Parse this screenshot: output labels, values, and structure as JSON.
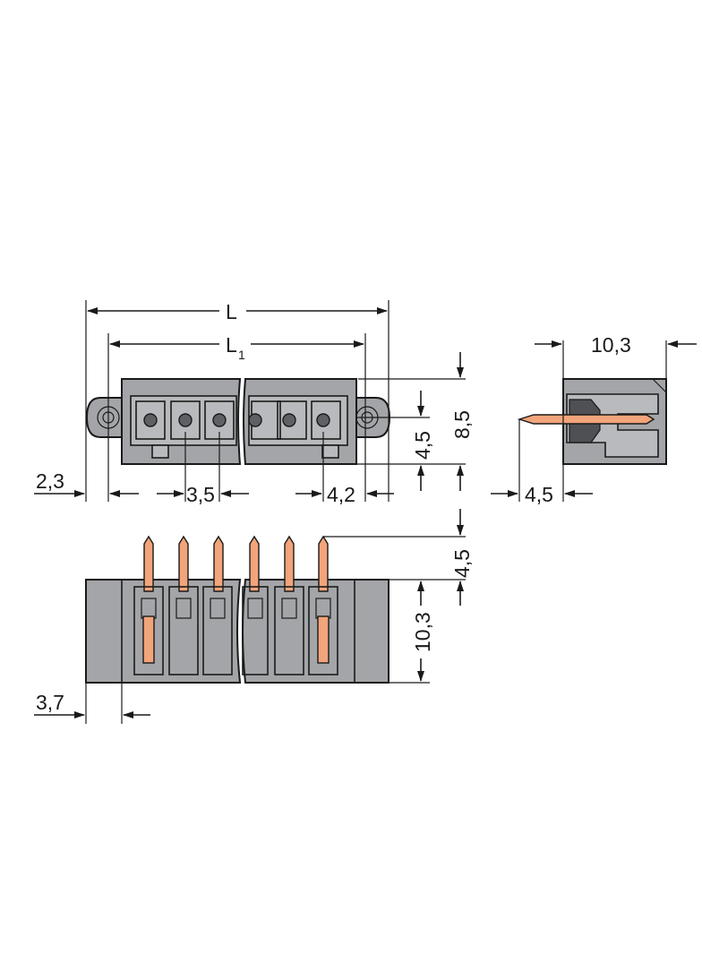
{
  "dimensions": {
    "L": "L",
    "L1": "L",
    "L1_sub": "1",
    "d_10_3_top": "10,3",
    "d_8_5": "8,5",
    "d_4_5_height": "4,5",
    "d_2_3": "2,3",
    "d_3_5": "3,5",
    "d_4_2": "4,2",
    "d_4_5_side": "4,5",
    "d_4_5_pin": "4,5",
    "d_10_3_bottom": "10,3",
    "d_3_7": "3,7"
  },
  "colors": {
    "housing": "#a3a5a8",
    "pins": "#f2a47a",
    "lines": "#1a1a1a"
  }
}
